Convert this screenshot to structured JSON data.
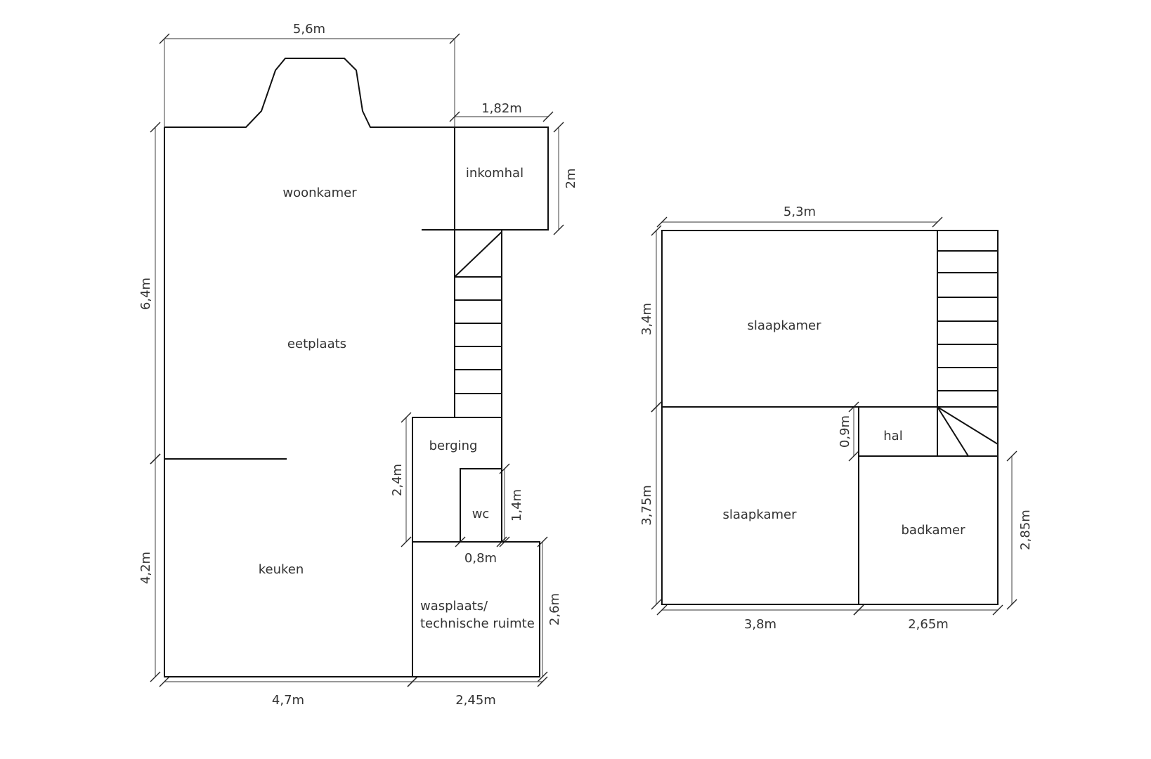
{
  "ground_floor": {
    "rooms": {
      "woonkamer": "woonkamer",
      "inkomhal": "inkomhal",
      "eetplaats": "eetplaats",
      "berging": "berging",
      "wc": "wc",
      "keuken": "keuken",
      "wasplaats_line1": "wasplaats/",
      "wasplaats_line2": "technische ruimte"
    },
    "dimensions": {
      "total_width": "5,6m",
      "inkomhal_width": "1,82m",
      "inkomhal_depth": "2m",
      "living_depth": "6,4m",
      "kitchen_depth": "4,2m",
      "berging_depth": "2,4m",
      "wc_depth": "1,4m",
      "wc_width": "0,8m",
      "wasplaats_depth": "2,6m",
      "kitchen_width": "4,7m",
      "wasplaats_width": "2,45m"
    }
  },
  "first_floor": {
    "rooms": {
      "slaapkamer_1": "slaapkamer",
      "slaapkamer_2": "slaapkamer",
      "hal": "hal",
      "badkamer": "badkamer"
    },
    "dimensions": {
      "total_width": "5,3m",
      "bedroom1_depth": "3,4m",
      "bedroom2_depth": "3,75m",
      "hal_depth": "0,9m",
      "badkamer_depth": "2,85m",
      "bedroom2_width": "3,8m",
      "badkamer_width": "2,65m"
    }
  }
}
